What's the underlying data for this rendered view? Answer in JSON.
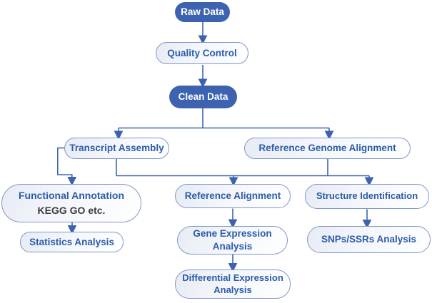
{
  "figure_type": "flowchart",
  "background": "#ffffff",
  "colors": {
    "solid_node_fill": "#3d63b0",
    "solid_node_text": "#ffffff",
    "outline_node_border": "#8096cb",
    "outline_node_fill_tint": "#e7ebf4",
    "outline_node_text": "#2b5caa",
    "secondary_text": "#3d3d3d",
    "connector": "#3d63b0"
  },
  "nodes": {
    "raw_data": {
      "label": "Raw Data",
      "style": "solid"
    },
    "quality_control": {
      "label": "Quality Control",
      "style": "outline"
    },
    "clean_data": {
      "label": "Clean Data",
      "style": "solid"
    },
    "transcript_assembly": {
      "label": "Transcript Assembly",
      "style": "outline"
    },
    "reference_genome_alignment": {
      "label": "Reference Genome Alignment",
      "style": "outline"
    },
    "functional_annotation": {
      "label": "Functional Annotation",
      "sublabel": "KEGG GO etc.",
      "style": "outline"
    },
    "statistics_analysis": {
      "label": "Statistics Analysis",
      "style": "outline"
    },
    "reference_alignment": {
      "label": "Reference Alignment",
      "style": "outline"
    },
    "gene_expression_analysis": {
      "label": "Gene Expression Analysis",
      "style": "outline"
    },
    "differential_expression_analysis": {
      "label": "Differential Expression Analysis",
      "style": "outline"
    },
    "structure_identification": {
      "label": "Structure Identification",
      "style": "outline"
    },
    "snps_ssrs_analysis": {
      "label": "SNPs/SSRs Analysis",
      "style": "outline"
    }
  },
  "edges": [
    {
      "from": "Raw Data",
      "to": "Quality Control"
    },
    {
      "from": "Quality Control",
      "to": "Clean Data"
    },
    {
      "from": "Clean Data",
      "to": "Transcript Assembly"
    },
    {
      "from": "Clean Data",
      "to": "Reference Genome Alignment"
    },
    {
      "from": "Transcript Assembly",
      "to": "Functional Annotation"
    },
    {
      "from": [
        "Transcript Assembly",
        "Reference Genome Alignment"
      ],
      "to": [
        "Reference Alignment",
        "Structure Identification"
      ],
      "type": "shared-rail"
    },
    {
      "from": "Functional Annotation",
      "to": "Statistics Analysis"
    },
    {
      "from": "Reference Alignment",
      "to": "Gene Expression Analysis"
    },
    {
      "from": "Gene Expression Analysis",
      "to": "Differential Expression Analysis"
    },
    {
      "from": "Structure Identification",
      "to": "SNPs/SSRs Analysis"
    }
  ]
}
